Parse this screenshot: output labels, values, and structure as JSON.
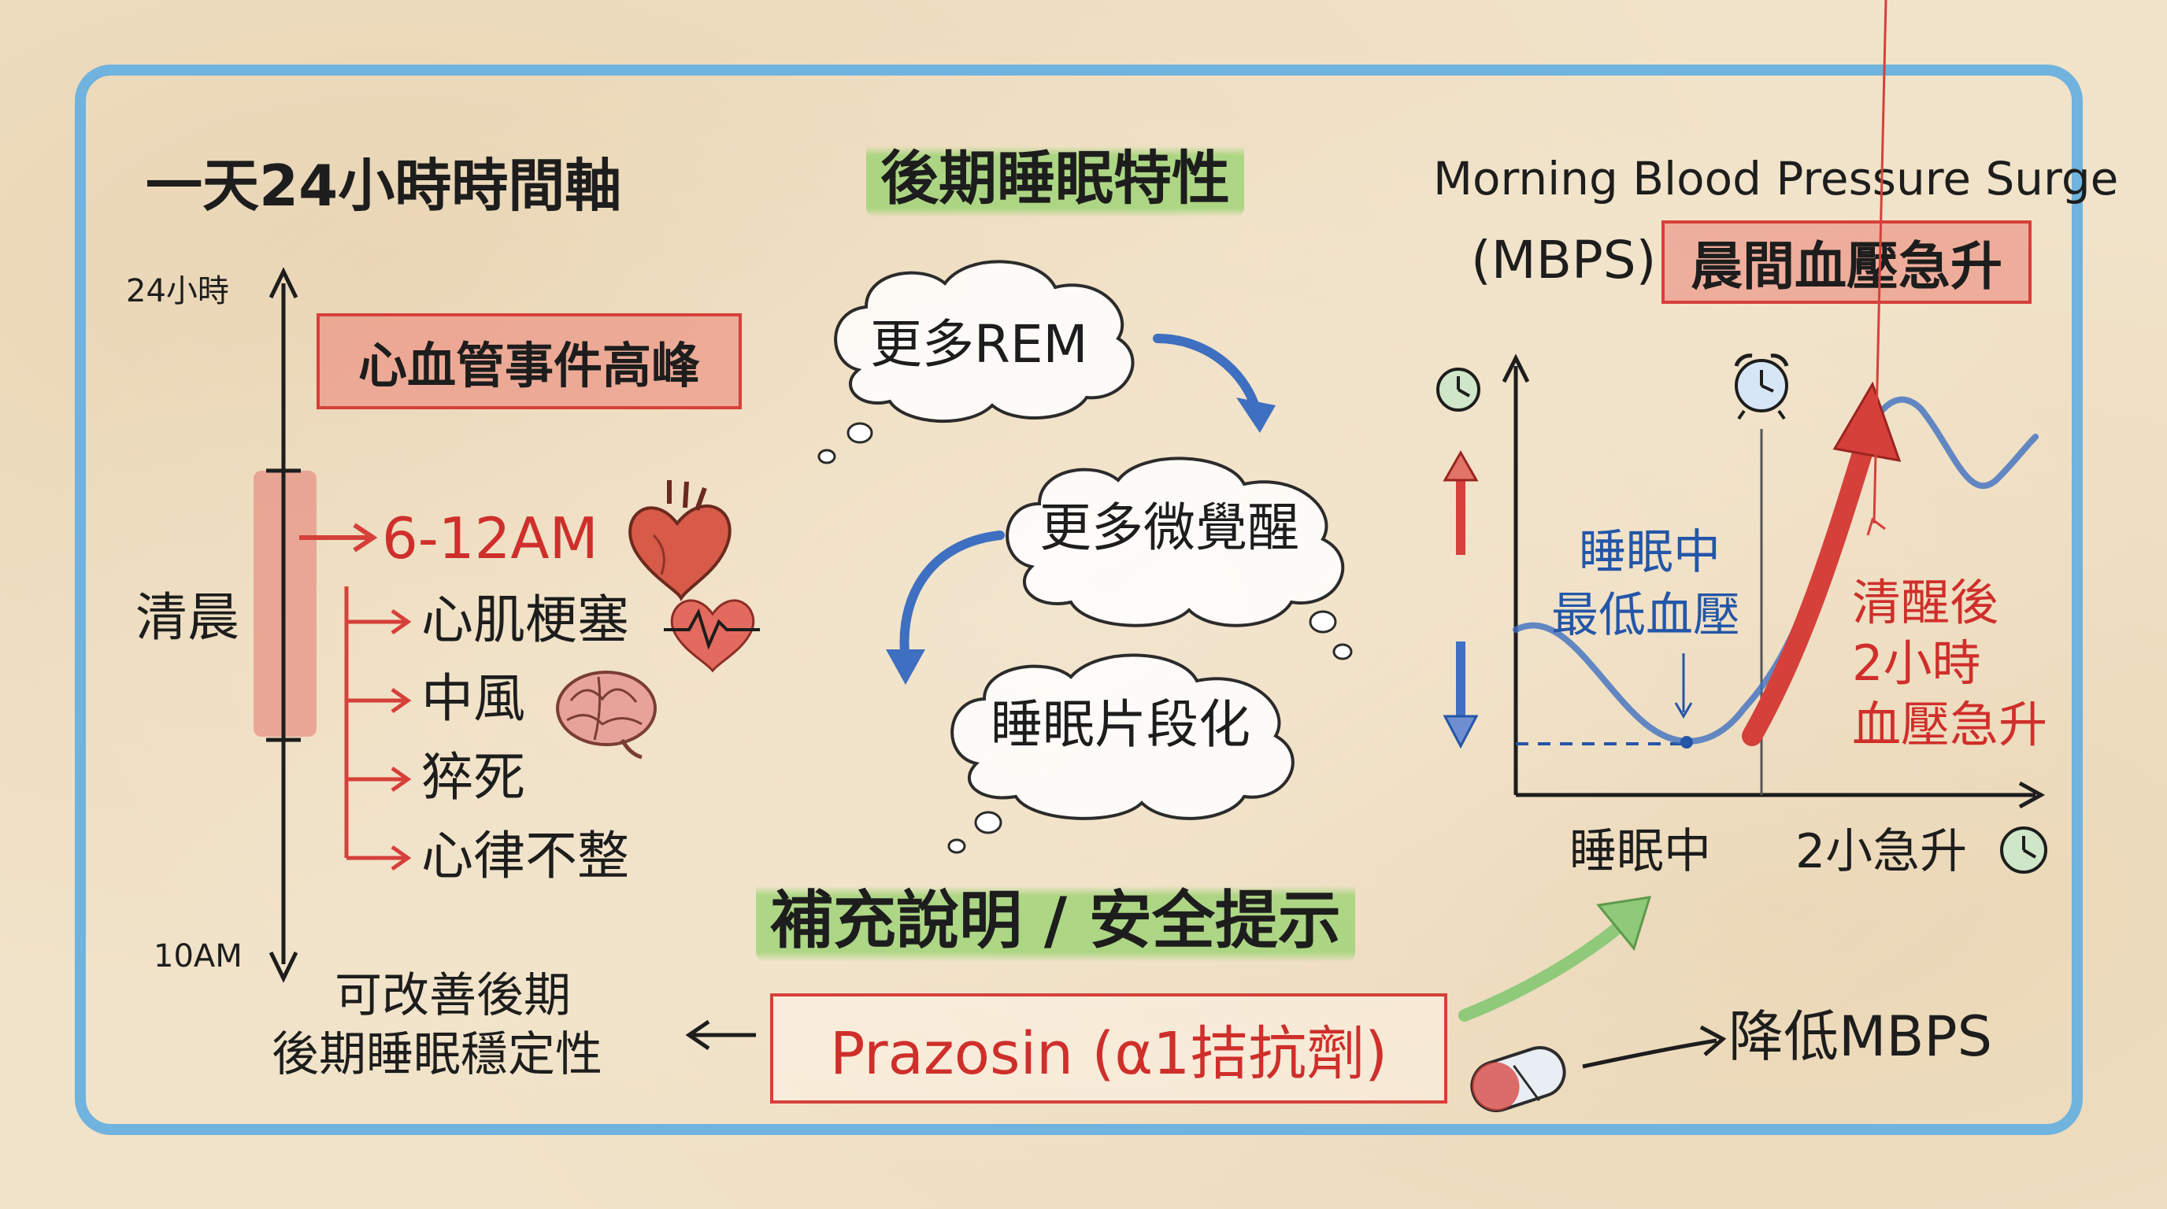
{
  "timeline": {
    "title": "一天24小時時間軸",
    "top_label": "24小時",
    "bottom_label": "10AM",
    "peak_box": "心血管事件高峰",
    "morning_label": "清晨",
    "time_range": "6-12AM",
    "events": [
      "心肌梗塞",
      "中風",
      "猝死",
      "心律不整"
    ],
    "footnote_line1": "可改善後期",
    "footnote_line2": "後期睡眠穩定性"
  },
  "sleep": {
    "title": "後期睡眠特性",
    "bubble1": "更多REM",
    "bubble2": "更多微覺醒",
    "bubble3": "睡眠片段化"
  },
  "mbps": {
    "title_line1": "Morning Blood Pressure Surge",
    "title_abbr": "(MBPS)",
    "title_cn": "晨間血壓急升",
    "low_label_line1": "睡眠中",
    "low_label_line2": "最低血壓",
    "surge_label_line1": "清醒後",
    "surge_label_line2": "2小時",
    "surge_label_line3": "血壓急升",
    "x_label_sleep": "睡眠中",
    "x_label_surge": "2小急升"
  },
  "safety": {
    "title": "補充說明 / 安全提示",
    "drug": "Prazosin (α1拮抗劑)",
    "effect": "降低MBPS"
  },
  "colors": {
    "frame": "#6fb3de",
    "red": "#d6403a",
    "blue": "#3f6fc0",
    "green_highlight": "#96d26e"
  }
}
